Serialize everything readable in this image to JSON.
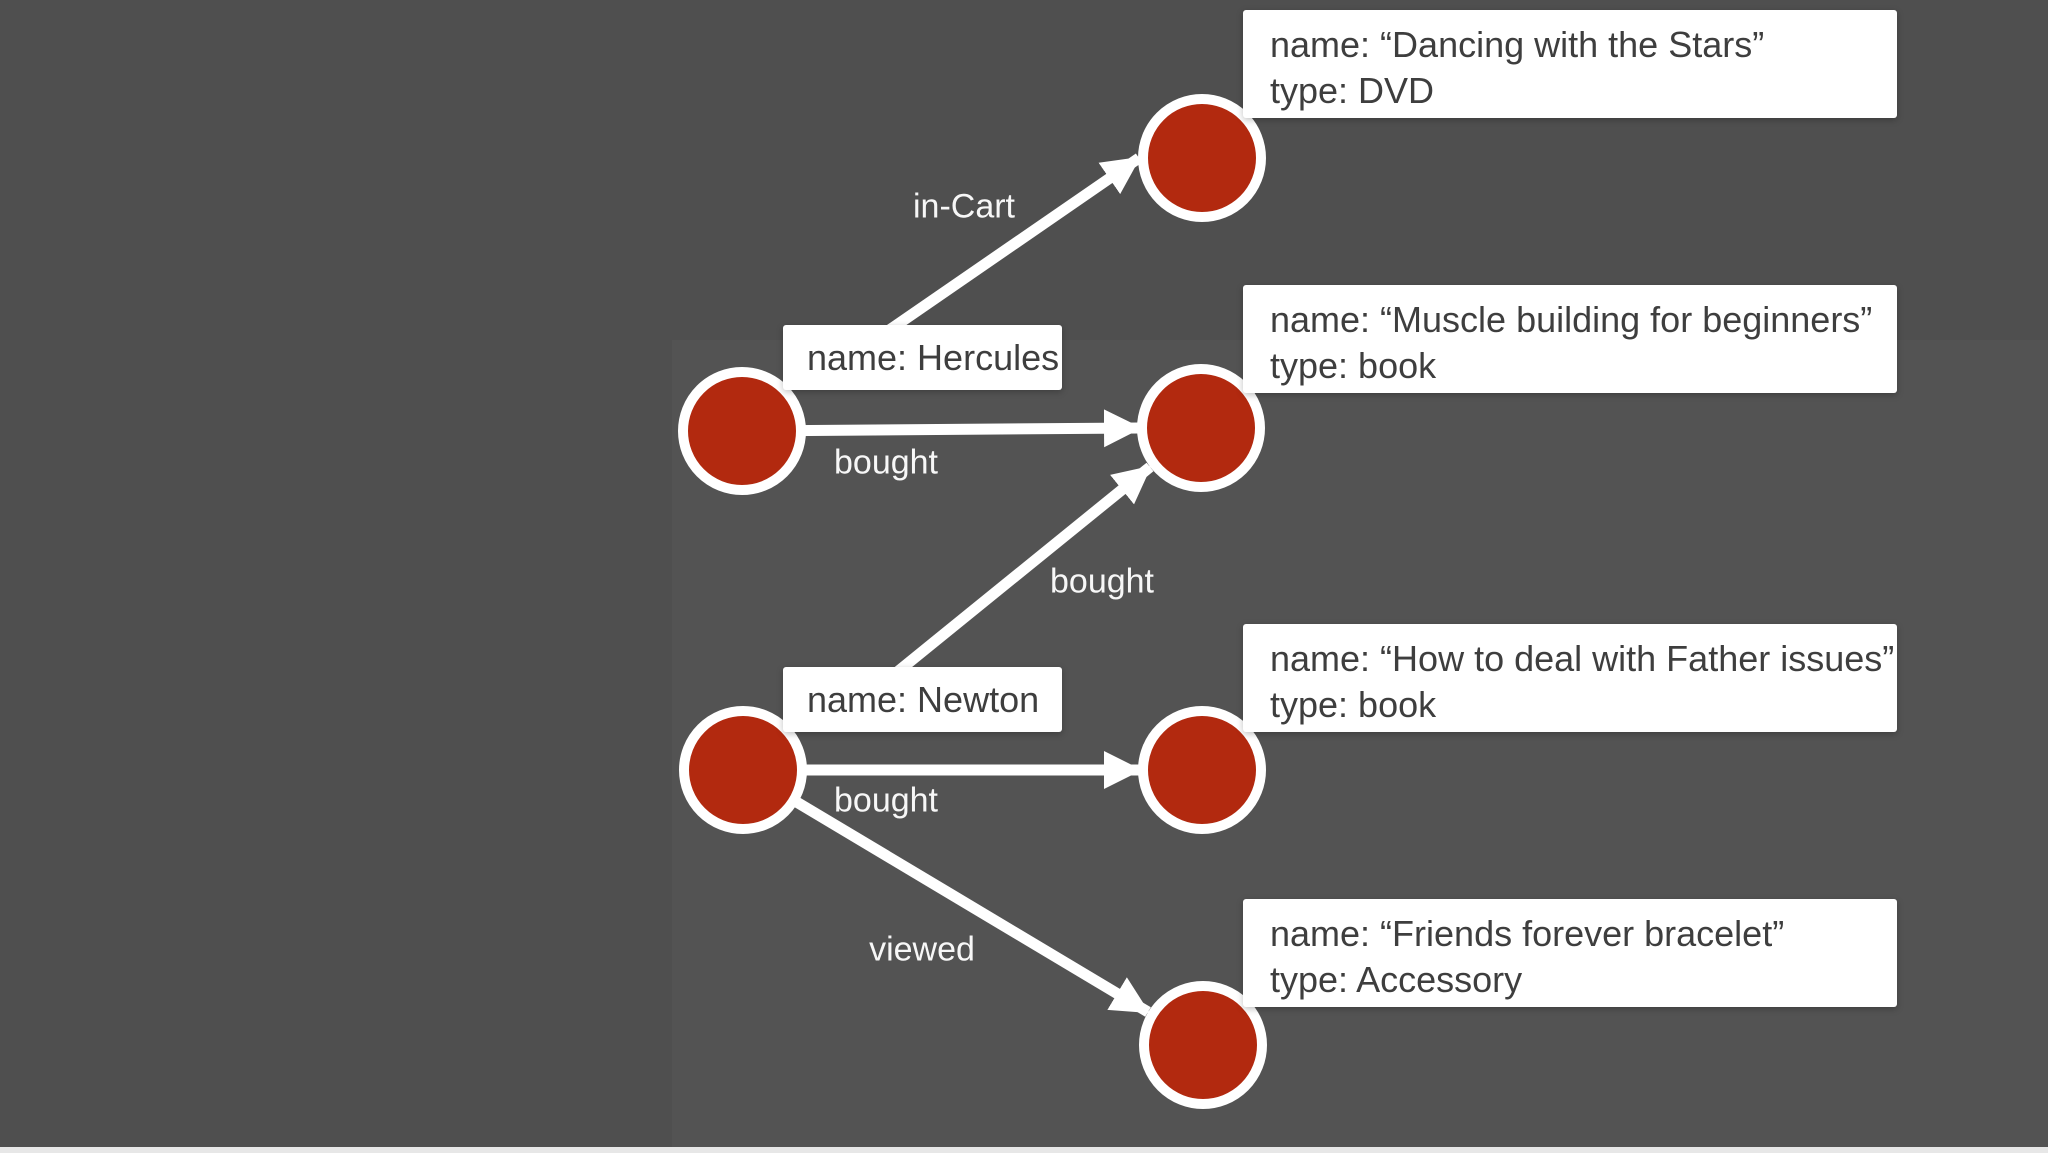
{
  "colors": {
    "background": "#4f4f4f",
    "background_right": "#535353",
    "bottom_bar": "#e7e7e7",
    "node_fill": "#b2290f",
    "node_ring": "#ffffff",
    "edge_stroke": "#ffffff",
    "box_background": "#ffffff",
    "box_text": "#3e3e3e",
    "edge_label_text": "#f7f7f7"
  },
  "people": [
    {
      "id": "hercules",
      "label": "name: Hercules"
    },
    {
      "id": "newton",
      "label": "name: Newton"
    }
  ],
  "items": [
    {
      "id": "dvd",
      "name_line": "name: “Dancing with the Stars”",
      "type_line": "type: DVD"
    },
    {
      "id": "muscle",
      "name_line": "name: “Muscle building for beginners”",
      "type_line": "type: book"
    },
    {
      "id": "father",
      "name_line": "name: “How to deal with Father issues”",
      "type_line": "type: book"
    },
    {
      "id": "bracelet",
      "name_line": "name: “Friends forever bracelet”",
      "type_line": "type: Accessory"
    }
  ],
  "edges": [
    {
      "id": "hercules-incart-dvd",
      "label": "in-Cart"
    },
    {
      "id": "hercules-bought-muscle",
      "label": "bought"
    },
    {
      "id": "newton-bought-muscle",
      "label": "bought"
    },
    {
      "id": "newton-bought-father",
      "label": "bought"
    },
    {
      "id": "newton-viewed-bracelet",
      "label": "viewed"
    }
  ]
}
